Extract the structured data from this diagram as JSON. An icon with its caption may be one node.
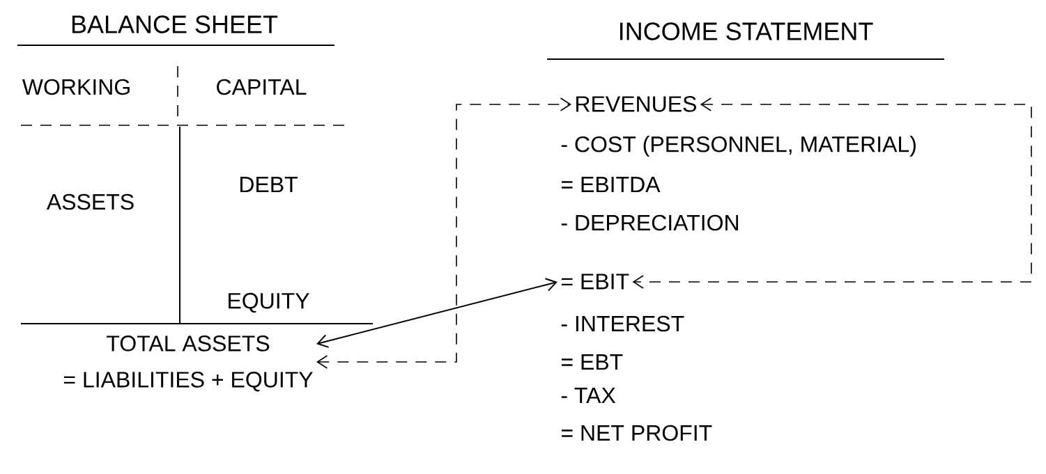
{
  "diagram": {
    "nodes": [
      {
        "text": [
          "TOTAL ASSETS",
          "= LIABILITIES + EQUITY"
        ]
      },
      {
        "text": [
          "REVENUES"
        ]
      },
      {
        "text": [
          "= EBIT"
        ]
      }
    ],
    "edges": [
      {
        "from": 0,
        "to": 1,
        "arrow": "both",
        "style": "dashed"
      },
      {
        "from": 1,
        "to": 2,
        "arrow": "both",
        "style": "dashed"
      },
      {
        "from": 0,
        "to": 2,
        "arrow": "both"
      }
    ],
    "labels": [
      "BALANCE SHEET",
      "INCOME STATEMENT",
      "WORKING",
      "CAPITAL",
      "ASSETS",
      "DEBT",
      "EQUITY",
      "- COST (PERSONNEL, MATERIAL)",
      "= EBITDA",
      "- DEPRECIATION",
      "- INTEREST",
      "= EBT",
      "- TAX",
      "= NET PROFIT"
    ]
  }
}
